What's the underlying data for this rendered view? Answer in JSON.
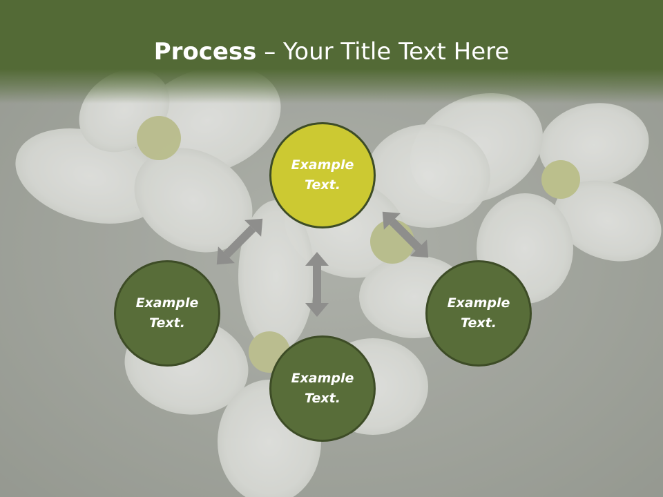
{
  "title": {
    "bold": "Process",
    "regular": " – Your Title Text Here"
  },
  "nodes": [
    {
      "label": "Example\nText.",
      "color": "#ccc932"
    },
    {
      "label": "Example\nText.",
      "color": "#586d39"
    },
    {
      "label": "Example\nText.",
      "color": "#586d39"
    },
    {
      "label": "Example\nText.",
      "color": "#586d39"
    }
  ],
  "colors": {
    "header": "#536a36",
    "arrow": "#8e8e8c",
    "border": "#3d4c26"
  }
}
